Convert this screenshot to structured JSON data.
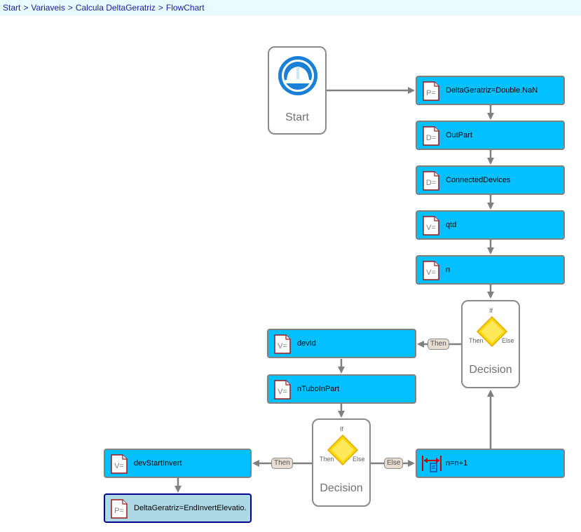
{
  "breadcrumb": {
    "items": [
      "Start",
      "Variaveis",
      "Calcula DeltaGeratriz",
      "FlowChart"
    ],
    "separator": ">"
  },
  "start": {
    "label": "Start",
    "icon": "hardhat-icon"
  },
  "nodes": {
    "deltaNaN": {
      "prefix": "P=",
      "label": "DeltaGeratriz=Double.NaN"
    },
    "outPart": {
      "prefix": "D=",
      "label": "OutPart"
    },
    "connectedDevices": {
      "prefix": "D=",
      "label": "ConnectedDevices"
    },
    "qtd": {
      "prefix": "V=",
      "label": "qtd"
    },
    "n": {
      "prefix": "V=",
      "label": "n"
    },
    "devId": {
      "prefix": "V=",
      "label": "devId"
    },
    "nTuboInPart": {
      "prefix": "V=",
      "label": "nTuboInPart"
    },
    "devStartInvert": {
      "prefix": "V=",
      "label": "devStartInvert"
    },
    "deltaEnd": {
      "prefix": "P=",
      "label": "DeltaGeratriz=EndInvertElevatio..."
    },
    "increment": {
      "label": "n=n+1"
    }
  },
  "decisions": {
    "d1": {
      "label": "Decision",
      "if": "If",
      "then": "Then",
      "else": "Else"
    },
    "d2": {
      "label": "Decision",
      "if": "If",
      "then": "Then",
      "else": "Else"
    }
  },
  "chips": {
    "then1": "Then",
    "then2": "Then",
    "else2": "Else"
  },
  "colors": {
    "node_fill": "#00c0ff",
    "node_selected_fill": "#add8e6",
    "connector": "#808080",
    "diamond": "#ffd700",
    "icon_blue": "#1a7fd6"
  }
}
